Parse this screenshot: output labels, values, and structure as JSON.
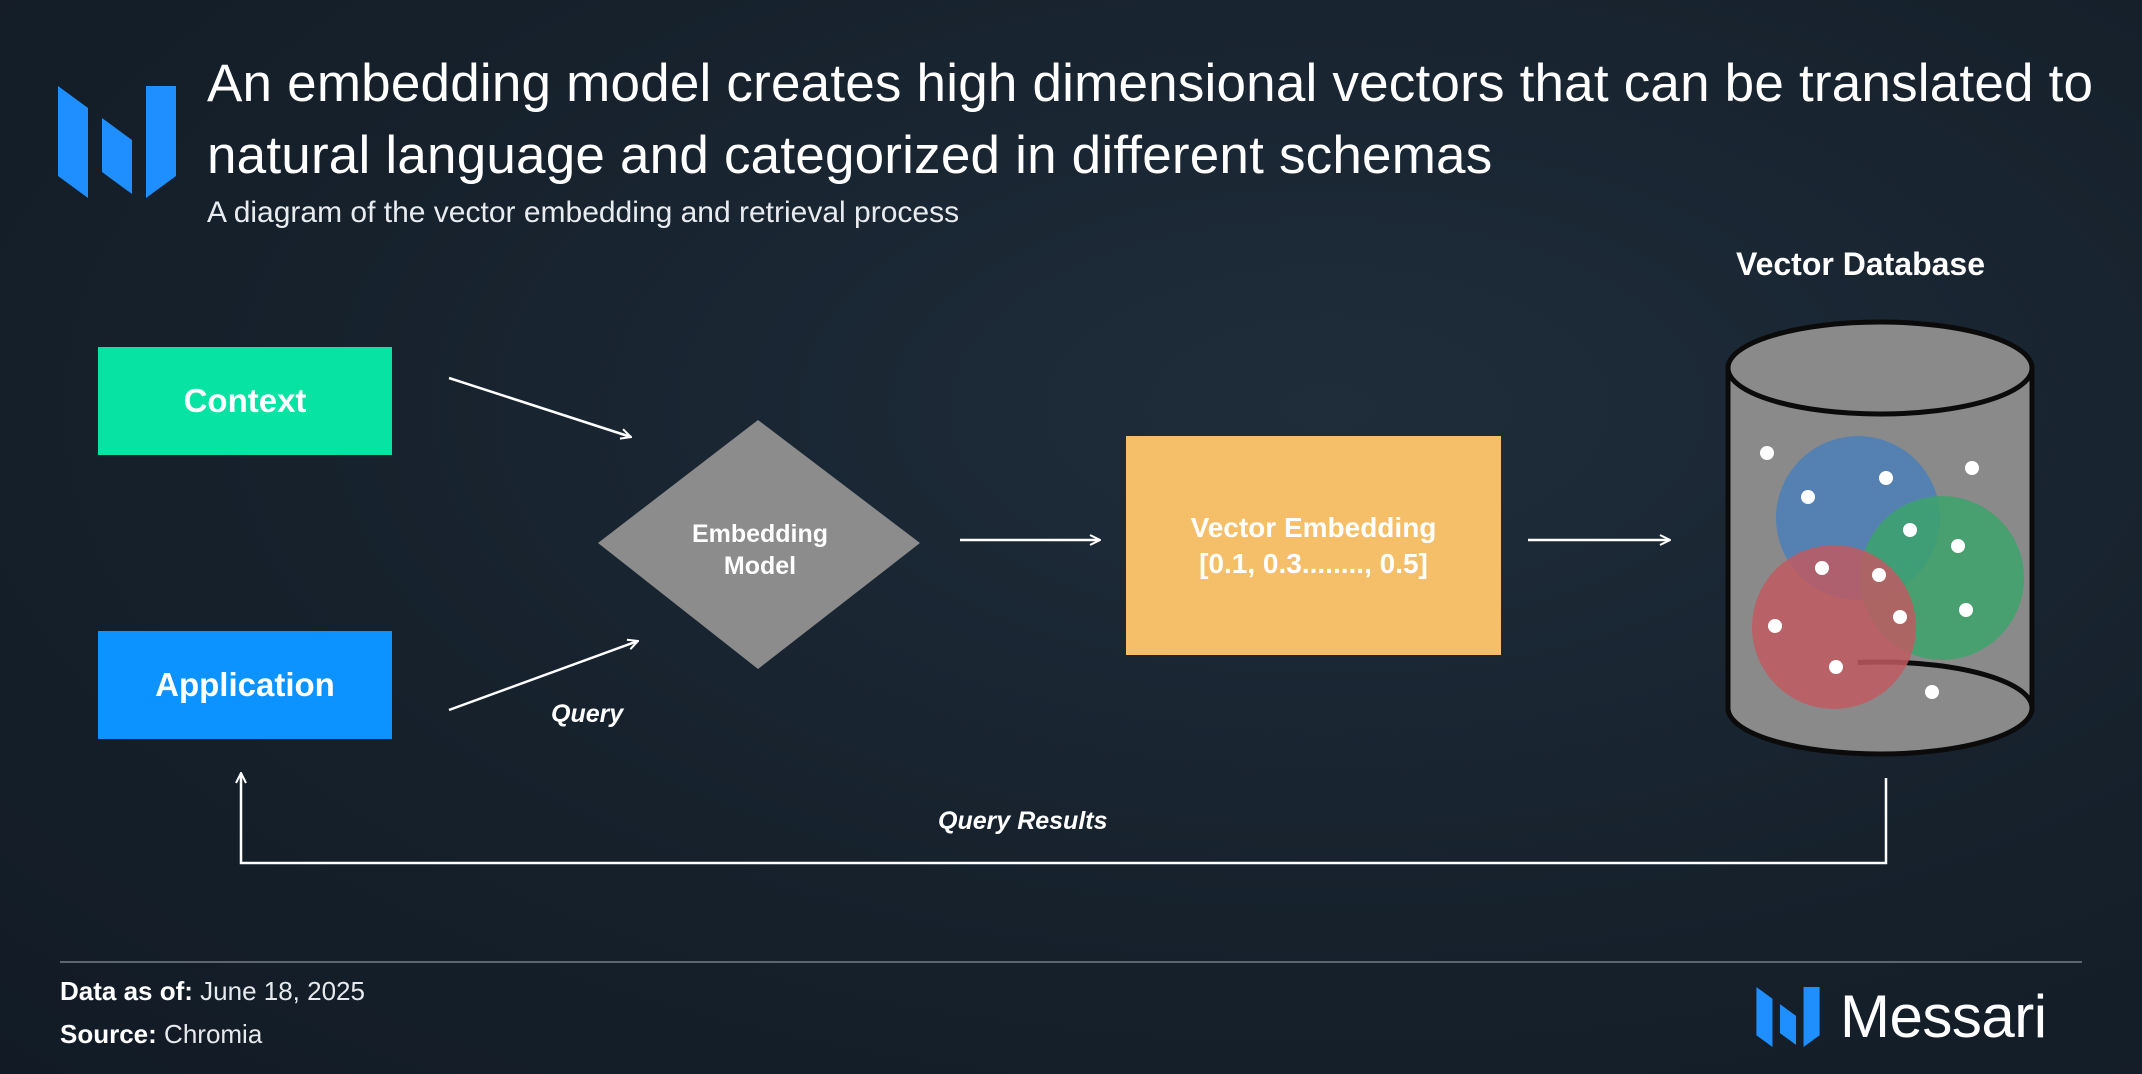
{
  "header": {
    "title": "An embedding model creates high dimensional vectors that can be translated to natural language and categorized in different schemas",
    "subtitle": "A diagram of the vector embedding and retrieval process"
  },
  "diagram": {
    "context_label": "Context",
    "application_label": "Application",
    "embedding_model_line1": "Embedding",
    "embedding_model_line2": "Model",
    "vector_embedding_title": "Vector Embedding",
    "vector_embedding_value": "[0.1, 0.3........, 0.5]",
    "vector_database_label": "Vector Database",
    "query_label": "Query",
    "query_results_label": "Query Results"
  },
  "footer": {
    "data_as_of_label": "Data as of:",
    "data_as_of_value": "June 18, 2025",
    "source_label": "Source:",
    "source_value": "Chromia",
    "brand_name": "Messari"
  },
  "colors": {
    "context": "#06e3a2",
    "application": "#0c93ff",
    "embedding_model": "#8c8c8c",
    "vector_embedding": "#f4bf68",
    "database": "#8a8a8a",
    "cluster_blue": "#4a7fb8",
    "cluster_green": "#3ca36b",
    "cluster_red": "#c05a62",
    "brand_blue": "#1f8fff"
  },
  "icons": {
    "brand_logo": "messari-logo-icon"
  }
}
